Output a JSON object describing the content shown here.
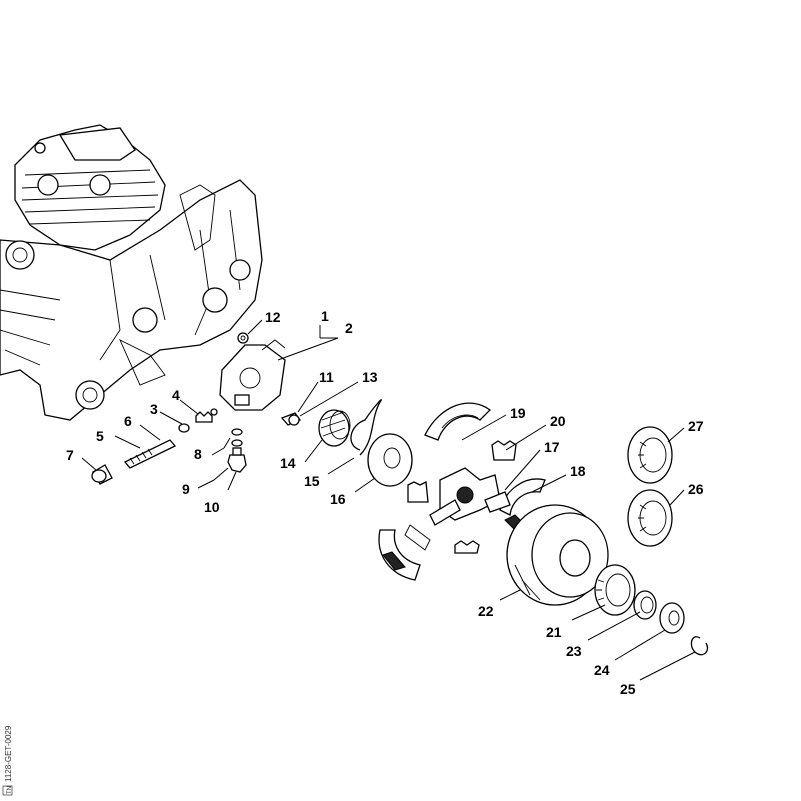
{
  "reference_code": "1128-GET-0029",
  "corner_mark": "TN",
  "callouts": [
    {
      "id": "1",
      "label": "1"
    },
    {
      "id": "2",
      "label": "2"
    },
    {
      "id": "3",
      "label": "3"
    },
    {
      "id": "4",
      "label": "4"
    },
    {
      "id": "5",
      "label": "5"
    },
    {
      "id": "6",
      "label": "6"
    },
    {
      "id": "7",
      "label": "7"
    },
    {
      "id": "8",
      "label": "8"
    },
    {
      "id": "9",
      "label": "9"
    },
    {
      "id": "10",
      "label": "10"
    },
    {
      "id": "11",
      "label": "11"
    },
    {
      "id": "12",
      "label": "12"
    },
    {
      "id": "13",
      "label": "13"
    },
    {
      "id": "14",
      "label": "14"
    },
    {
      "id": "15",
      "label": "15"
    },
    {
      "id": "16",
      "label": "16"
    },
    {
      "id": "17",
      "label": "17"
    },
    {
      "id": "18",
      "label": "18"
    },
    {
      "id": "19",
      "label": "19"
    },
    {
      "id": "20",
      "label": "20"
    },
    {
      "id": "21",
      "label": "21"
    },
    {
      "id": "22",
      "label": "22"
    },
    {
      "id": "23",
      "label": "23"
    },
    {
      "id": "24",
      "label": "24"
    },
    {
      "id": "25",
      "label": "25"
    },
    {
      "id": "26",
      "label": "26"
    },
    {
      "id": "27",
      "label": "27"
    }
  ]
}
